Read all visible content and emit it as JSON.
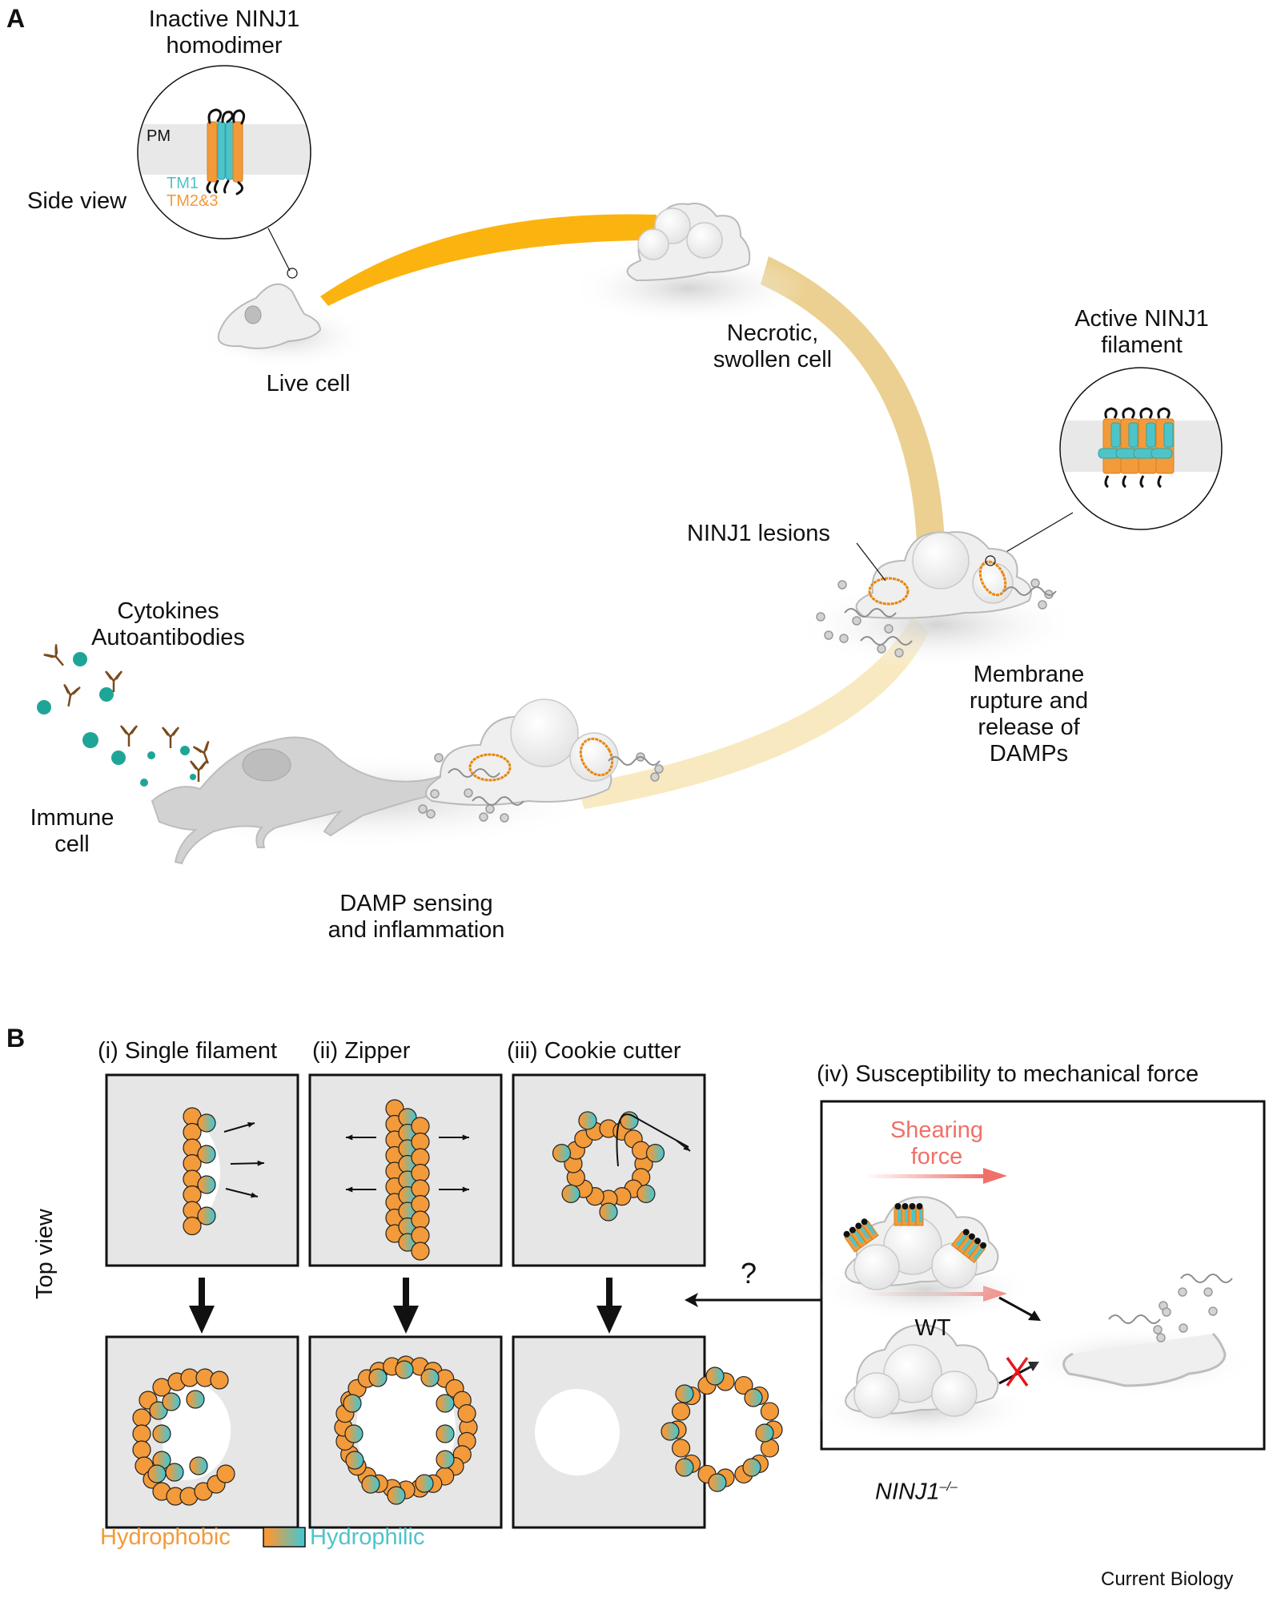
{
  "panel_a": {
    "letter": "A",
    "inactive_title_line1": "Inactive NINJ1",
    "inactive_title_line2": "homodimer",
    "pm_label": "PM",
    "side_view_label": "Side view",
    "tm1_label": "TM1",
    "tm23_label": "TM2&3",
    "live_cell_label": "Live cell",
    "necrotic_line1": "Necrotic,",
    "necrotic_line2": "swollen cell",
    "active_title_line1": "Active NINJ1",
    "active_title_line2": "filament",
    "lesions_label": "NINJ1 lesions",
    "rupture_lines": [
      "Membrane",
      "rupture and",
      "release of",
      "DAMPs"
    ],
    "cytokines_label": "Cytokines",
    "autoantibodies_label": "Autoantibodies",
    "immune_line1": "Immune",
    "immune_line2": "cell",
    "damp_line1": "DAMP sensing",
    "damp_line2": "and inflammation"
  },
  "panel_b": {
    "letter": "B",
    "models": [
      {
        "label": "(i) Single filament"
      },
      {
        "label": "(ii) Zipper"
      },
      {
        "label": "(iii) Cookie cutter"
      },
      {
        "label": "(iv) Susceptibility to mechanical force"
      }
    ],
    "top_view_label": "Top view",
    "question_mark": "?",
    "shearing_line1": "Shearing",
    "shearing_line2": "force",
    "wt_label": "WT",
    "ko_label": "NINJ1",
    "ko_superscript": "–/–",
    "legend": {
      "hydrophobic": "Hydrophobic",
      "hydrophilic": "Hydrophilic"
    }
  },
  "colors": {
    "hydrophobic": "#f39a3a",
    "hydrophilic": "#4fc4c8",
    "arc_strong": "#fbb40f",
    "arc_fade": "#ebd091",
    "shear": "#f07068",
    "lesion": "#e8860e",
    "cytokine": "#1fa597",
    "antibody": "#7a4a1c",
    "membrane": "#e6e6e6"
  },
  "footer": {
    "journal": "Current Biology"
  }
}
